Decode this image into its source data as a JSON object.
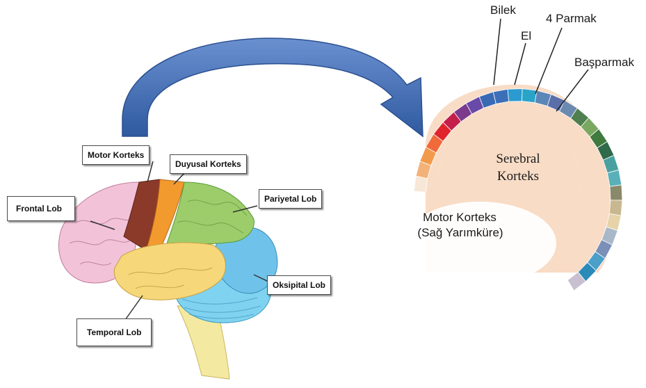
{
  "brain_labels": {
    "frontal": "Frontal Lob",
    "motor": "Motor Korteks",
    "sensory": "Duyusal Korteks",
    "parietal": "Pariyetal Lob",
    "occipital": "Oksipital Lob",
    "temporal": "Temporal Lob"
  },
  "cortex_labels": {
    "wrist": "Bilek",
    "hand": "El",
    "fingers": "4 Parmak",
    "thumb": "Başparmak",
    "cerebral_line1": "Serebral",
    "cerebral_line2": "Korteks",
    "motor_line1": "Motor Korteks",
    "motor_line2": "(Sağ Yarımküre)"
  },
  "colors": {
    "frontal": "#f2c2d8",
    "motor": "#8b3a2a",
    "sensory": "#f39a2e",
    "parietal": "#9ccd6a",
    "occipital": "#6fc3ea",
    "temporal": "#f6d77a",
    "cerebellum": "#7fd3f0",
    "brainstem": "#f4e9a0",
    "arrow": "#4a73b8",
    "cortex_fill": "#f8dcc6"
  },
  "cortex_segments": [
    "#f6e7d6",
    "#f3b27a",
    "#f29a4c",
    "#f16a3a",
    "#e0242c",
    "#c31f4a",
    "#7b3a8c",
    "#6a4aa8",
    "#3a6ab4",
    "#3b6fb8",
    "#2a9ad0",
    "#2aa3c8",
    "#5a86b8",
    "#5a6ea8",
    "#6a8ab0",
    "#4f7f4f",
    "#7aa860",
    "#3f7a3f",
    "#2f6a4a",
    "#4aa0a0",
    "#5ab0b8",
    "#8a8a6a",
    "#c8b890",
    "#e6d4a8",
    "#a8b8c8",
    "#7a90b8",
    "#4aa0c8",
    "#2a8ab8",
    "#c8c0d0"
  ]
}
